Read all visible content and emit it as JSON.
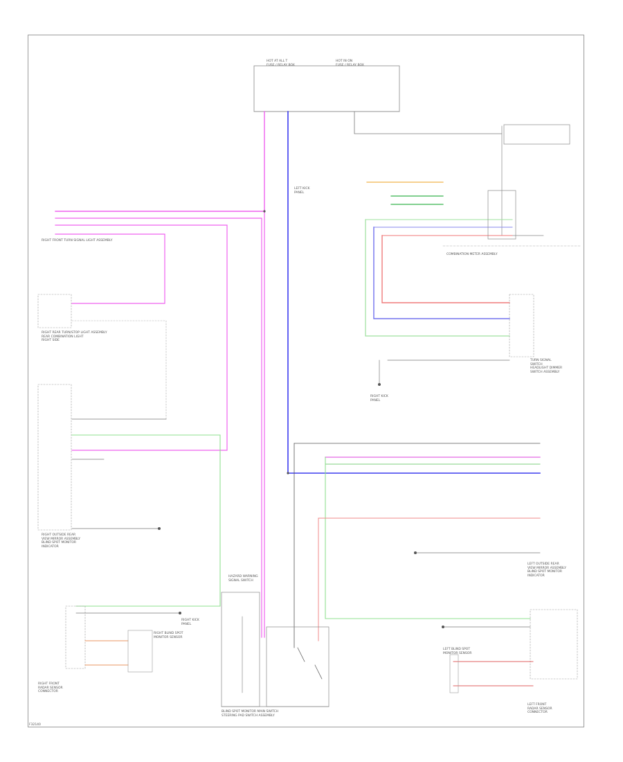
{
  "diagram": {
    "fuses": [
      {
        "id": "fuse-1",
        "text": "HOT AT ALL T\nFUSE / RELAY BOX"
      },
      {
        "id": "fuse-2",
        "text": "HOT IN ON\nFUSE / RELAY BOX"
      }
    ],
    "components": [
      {
        "id": "combination-meter",
        "text": "COMBINATION METER ASSEMBLY"
      },
      {
        "id": "turn-signal-switch",
        "text": "TURN SIGNAL\nSWITCH\nHEADLIGHT DIMMER\nSWITCH ASSEMBLY"
      },
      {
        "id": "right-turn-signal",
        "text": "RIGHT FRONT TURN SIGNAL LIGHT ASSEMBLY"
      },
      {
        "id": "right-rear-lamp",
        "text": "RIGHT REAR TURN/STOP LIGHT ASSEMBLY\nREAR COMBINATION LIGHT\nRIGHT SIDE"
      },
      {
        "id": "right-mirror",
        "text": "RIGHT OUTSIDE REAR\nVIEW MIRROR ASSEMBLY\nBLIND SPOT MONITOR\nINDICATOR"
      },
      {
        "id": "left-mirror",
        "text": "LEFT OUTSIDE REAR\nVIEW MIRROR ASSEMBLY\nBLIND SPOT MONITOR\nINDICATOR"
      },
      {
        "id": "hazard-switch",
        "text": "HAZARD WARNING\nSIGNAL SWITCH"
      },
      {
        "id": "bsm-switch",
        "text": "BLIND SPOT MONITOR MAIN SWITCH\nSTEERING PAD SWITCH ASSEMBLY"
      },
      {
        "id": "left-sensor",
        "text": "LEFT BLIND SPOT\nMONITOR SENSOR"
      },
      {
        "id": "right-sensor",
        "text": "RIGHT BLIND SPOT\nMONITOR SENSOR"
      },
      {
        "id": "right-radar",
        "text": "RIGHT FRONT\nRADAR SENSOR\nCONNECTOR"
      },
      {
        "id": "left-radar",
        "text": "LEFT FRONT\nRADAR SENSOR\nCONNECTOR"
      },
      {
        "id": "ground-1",
        "text": "LEFT KICK\nPANEL"
      },
      {
        "id": "ground-2",
        "text": "RIGHT KICK\nPANEL"
      },
      {
        "id": "ground-3",
        "text": "RIGHT KICK\nPANEL"
      }
    ],
    "footer_code": "F32140"
  }
}
